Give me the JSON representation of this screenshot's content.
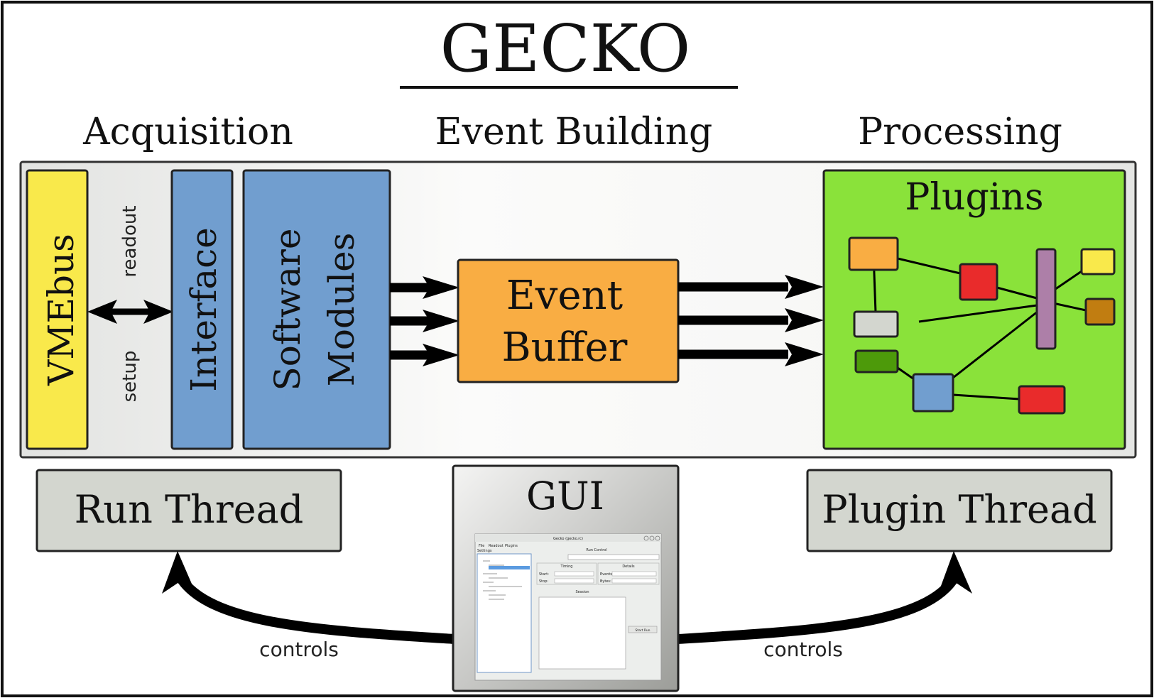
{
  "title": "GECKO",
  "sections": {
    "acquisition": "Acquisition",
    "event_building": "Event Building",
    "processing": "Processing"
  },
  "blocks": {
    "vmebus": "VMEbus",
    "interface": "Interface",
    "software_line1": "Software",
    "software_line2": "Modules",
    "event_buffer_line1": "Event",
    "event_buffer_line2": "Buffer",
    "plugins": "Plugins"
  },
  "arrow_labels": {
    "readout": "readout",
    "setup": "setup",
    "controls_left": "controls",
    "controls_right": "controls"
  },
  "threads": {
    "run": "Run Thread",
    "gui": "GUI",
    "plugin": "Plugin Thread"
  },
  "gui_screenshot": {
    "window_title": "Gecko (gecko.rc)",
    "menu": [
      "File",
      "Readout",
      "Plugins"
    ],
    "tree_header": "Settings",
    "run_control": "Run Control",
    "timing": "Timing",
    "details": "Details",
    "start_label": "Start:",
    "stop_label": "Stop:",
    "events_label": "Events:",
    "bytes_label": "Bytes:",
    "session": "Session",
    "start_button": "Start Run"
  },
  "colors": {
    "vmebus": "#f9e94b",
    "interface_modules": "#719ecf",
    "event_buffer": "#f9ad43",
    "plugins_bg": "#8ae23a",
    "thread_box": "#d3d6cf",
    "plugin_orange": "#f9ad43",
    "plugin_red": "#e92b2b",
    "plugin_grey": "#d3d6cf",
    "plugin_dkgreen": "#4d9a0a",
    "plugin_blue": "#719ecf",
    "plugin_purple": "#ad7fa8",
    "plugin_yellow": "#f9e94b",
    "plugin_brown": "#c17d11"
  }
}
